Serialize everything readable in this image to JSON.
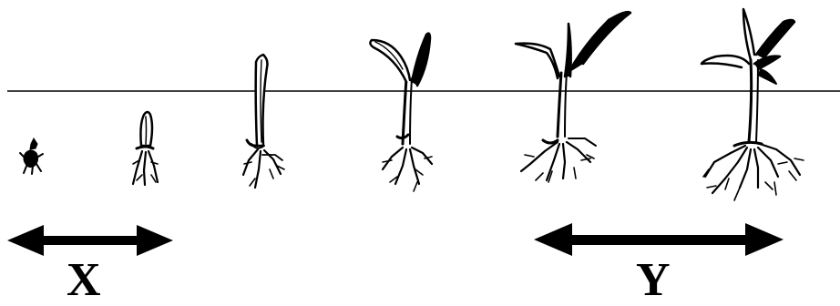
{
  "diagram": {
    "subject": "germinating-seedling-growth-stages",
    "stage_count": 6,
    "labels": {
      "x": "X",
      "y": "Y"
    },
    "colors": {
      "ink": "#000000",
      "background": "#ffffff",
      "soil_line": "#000000"
    }
  }
}
